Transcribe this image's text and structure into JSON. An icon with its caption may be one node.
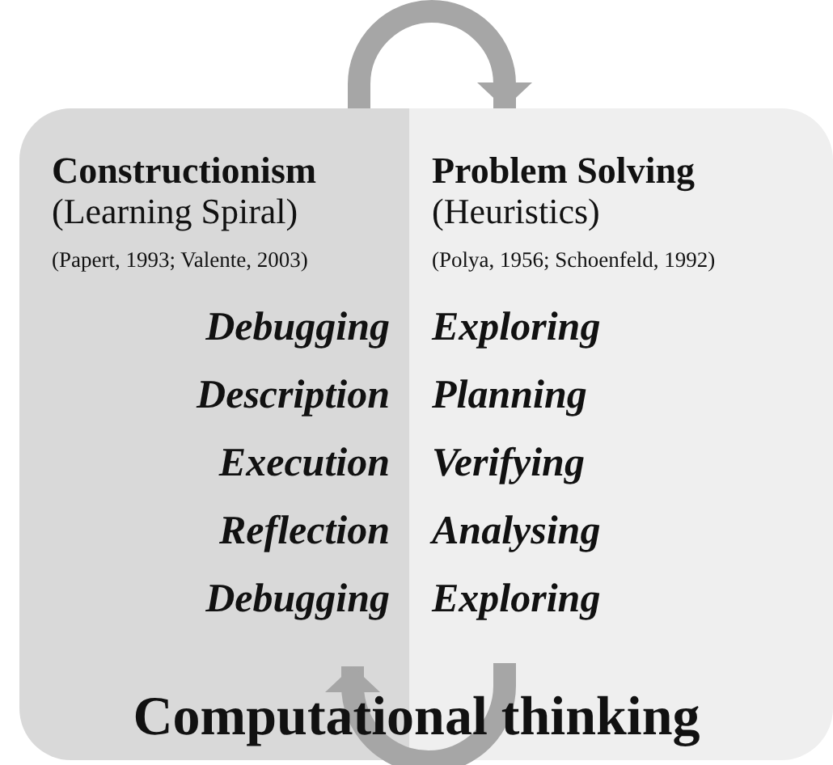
{
  "diagram": {
    "title": "Computational thinking",
    "nodes": [
      {
        "text": [
          "Constructionism",
          "(Learning Spiral)",
          "(Papert, 1993; Valente, 2003)",
          "Debugging",
          "Description",
          "Execution",
          "Reflection",
          "Debugging"
        ]
      },
      {
        "text": [
          "Problem Solving",
          "(Heuristics)",
          "(Polya, 1956; Schoenfeld, 1992)",
          "Exploring",
          "Planning",
          "Verifying",
          "Analysing",
          "Exploring"
        ]
      }
    ],
    "edges": [
      {
        "from": 0,
        "to": 1,
        "arrow": "to"
      },
      {
        "from": 1,
        "to": 0,
        "arrow": "to"
      }
    ]
  }
}
